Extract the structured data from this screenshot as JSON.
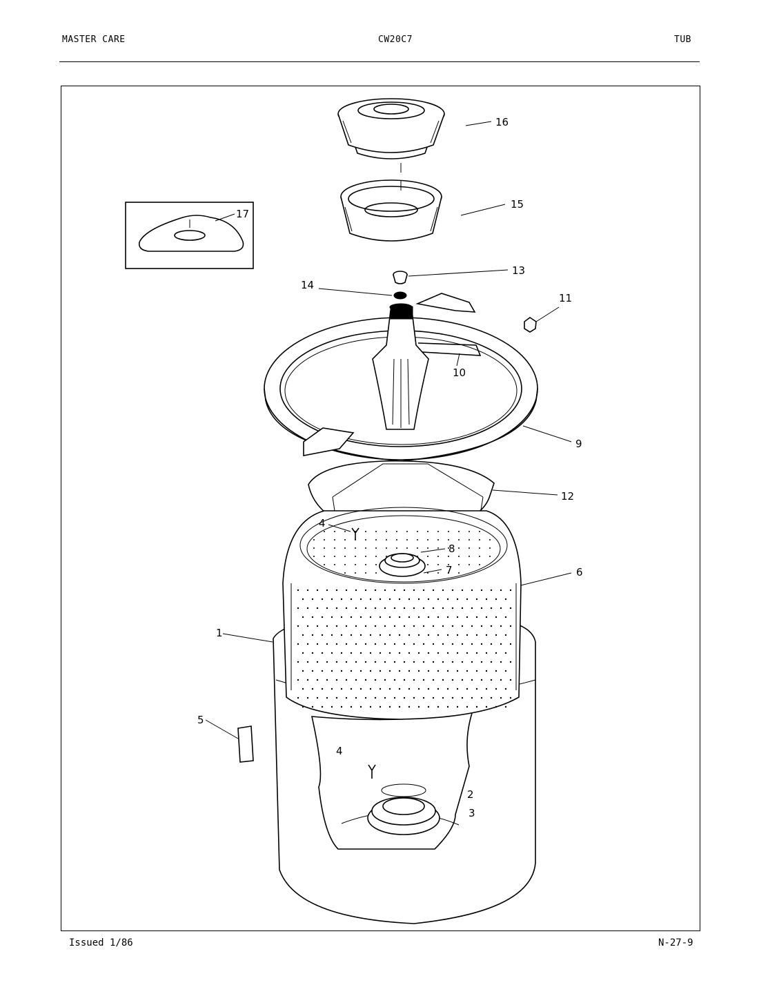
{
  "header": {
    "left": "MASTER CARE",
    "center": "CW20C7",
    "right": "TUB"
  },
  "footer": {
    "left": "Issued 1/86",
    "right": "N-27-9"
  },
  "callouts": [
    "16",
    "15",
    "17",
    "13",
    "14",
    "11",
    "10",
    "9",
    "12",
    "4",
    "8",
    "7",
    "6",
    "1",
    "5",
    "4",
    "2",
    "3"
  ]
}
